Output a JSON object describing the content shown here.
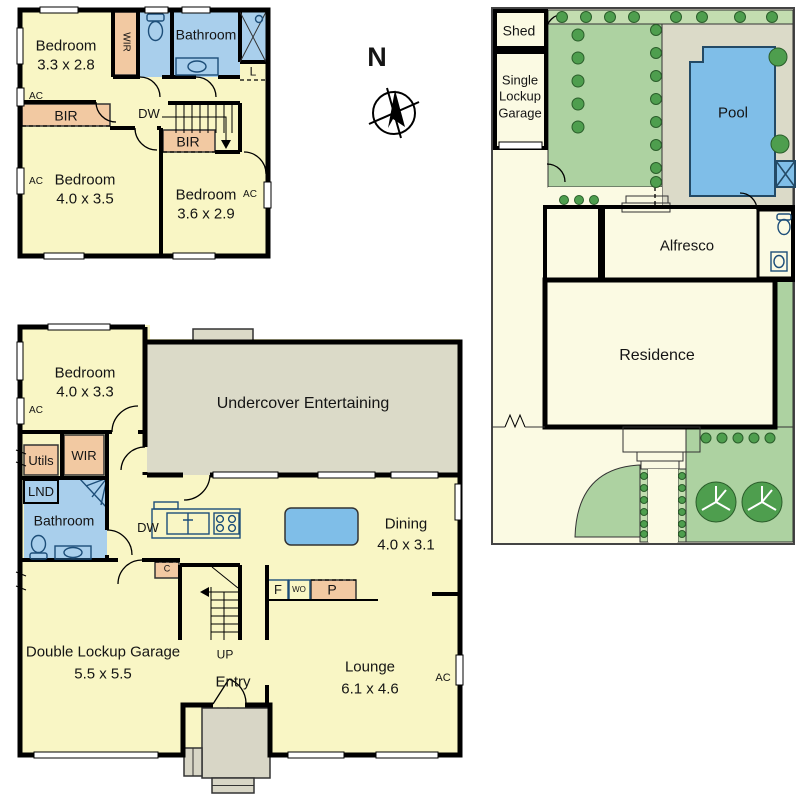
{
  "labels": {
    "ac": "AC",
    "bir": "BIR",
    "wir": "WIR",
    "dw": "DW",
    "lnd": "LND",
    "linen": "L",
    "utils": "Utils",
    "up": "UP",
    "entry": "Entry",
    "fridge": "F",
    "wall_oven": "WO",
    "pantry": "P",
    "closet": "C",
    "bathroom": "Bathroom",
    "north": "N"
  },
  "first_floor": {
    "bedroom1": {
      "name": "Bedroom",
      "dims": "3.3 x 2.8"
    },
    "bedroom2": {
      "name": "Bedroom",
      "dims": "4.0 x 3.5"
    },
    "bedroom3": {
      "name": "Bedroom",
      "dims": "3.6 x 2.9"
    }
  },
  "ground_floor": {
    "bedroom": {
      "name": "Bedroom",
      "dims": "4.0 x 3.3"
    },
    "dining": {
      "name": "Dining",
      "dims": "4.0 x 3.1"
    },
    "lounge": {
      "name": "Lounge",
      "dims": "6.1 x 4.6"
    },
    "garage": {
      "name": "Double Lockup Garage",
      "dims": "5.5 x 5.5"
    },
    "undercover": "Undercover Entertaining"
  },
  "site_plan": {
    "shed": "Shed",
    "single_garage": "Single Lockup Garage",
    "pool": "Pool",
    "alfresco": "Alfresco",
    "residence": "Residence"
  },
  "colors": {
    "room": "#F9F6C5",
    "wet": "#A9CFEC",
    "fixture": "#7FB9E2",
    "robe": "#F2C9A2",
    "paving": "#DBDAC8",
    "porch": "#D8D6C6",
    "lawn": "#ADD2A1",
    "lawn_light": "#C3DDB0",
    "shrub": "#4E9E4E",
    "pool": "#7FBEE8",
    "drive": "#FBFAE3",
    "wall": "#000000"
  }
}
